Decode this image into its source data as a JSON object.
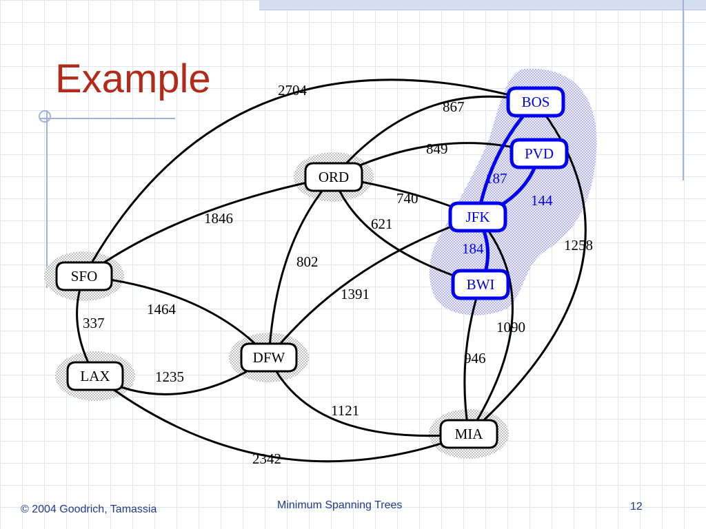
{
  "slide": {
    "title": "Example",
    "footer_left": "© 2004 Goodrich, Tamassia",
    "footer_center": "Minimum Spanning Trees",
    "page_number": "12"
  },
  "colors": {
    "title": "#b22a1a",
    "tree_edge": "#0000ee",
    "edge": "#000000",
    "footer": "#1f3a8a"
  },
  "graph": {
    "nodes": [
      {
        "code": "BOS",
        "in_tree": true
      },
      {
        "code": "PVD",
        "in_tree": true
      },
      {
        "code": "ORD",
        "in_tree": false
      },
      {
        "code": "JFK",
        "in_tree": true
      },
      {
        "code": "BWI",
        "in_tree": true
      },
      {
        "code": "SFO",
        "in_tree": false
      },
      {
        "code": "DFW",
        "in_tree": false
      },
      {
        "code": "LAX",
        "in_tree": false
      },
      {
        "code": "MIA",
        "in_tree": false
      }
    ],
    "edges": [
      {
        "from": "SFO",
        "to": "BOS",
        "weight": "2704",
        "in_tree": false
      },
      {
        "from": "ORD",
        "to": "BOS",
        "weight": "867",
        "in_tree": false
      },
      {
        "from": "ORD",
        "to": "PVD",
        "weight": "849",
        "in_tree": false
      },
      {
        "from": "BOS",
        "to": "JFK",
        "weight": "187",
        "in_tree": true
      },
      {
        "from": "PVD",
        "to": "JFK",
        "weight": "144",
        "in_tree": true
      },
      {
        "from": "ORD",
        "to": "JFK",
        "weight": "740",
        "in_tree": false
      },
      {
        "from": "SFO",
        "to": "ORD",
        "weight": "1846",
        "in_tree": false
      },
      {
        "from": "ORD",
        "to": "BWI",
        "weight": "621",
        "in_tree": false
      },
      {
        "from": "JFK",
        "to": "BWI",
        "weight": "184",
        "in_tree": true
      },
      {
        "from": "BOS",
        "to": "MIA",
        "weight": "1258",
        "in_tree": false
      },
      {
        "from": "ORD",
        "to": "DFW",
        "weight": "802",
        "in_tree": false
      },
      {
        "from": "DFW",
        "to": "JFK",
        "weight": "1391",
        "in_tree": false
      },
      {
        "from": "SFO",
        "to": "DFW",
        "weight": "1464",
        "in_tree": false
      },
      {
        "from": "SFO",
        "to": "LAX",
        "weight": "337",
        "in_tree": false
      },
      {
        "from": "JFK",
        "to": "MIA",
        "weight": "1090",
        "in_tree": false
      },
      {
        "from": "BWI",
        "to": "MIA",
        "weight": "946",
        "in_tree": false
      },
      {
        "from": "LAX",
        "to": "DFW",
        "weight": "1235",
        "in_tree": false
      },
      {
        "from": "DFW",
        "to": "MIA",
        "weight": "1121",
        "in_tree": false
      },
      {
        "from": "LAX",
        "to": "MIA",
        "weight": "2342",
        "in_tree": false
      }
    ]
  }
}
